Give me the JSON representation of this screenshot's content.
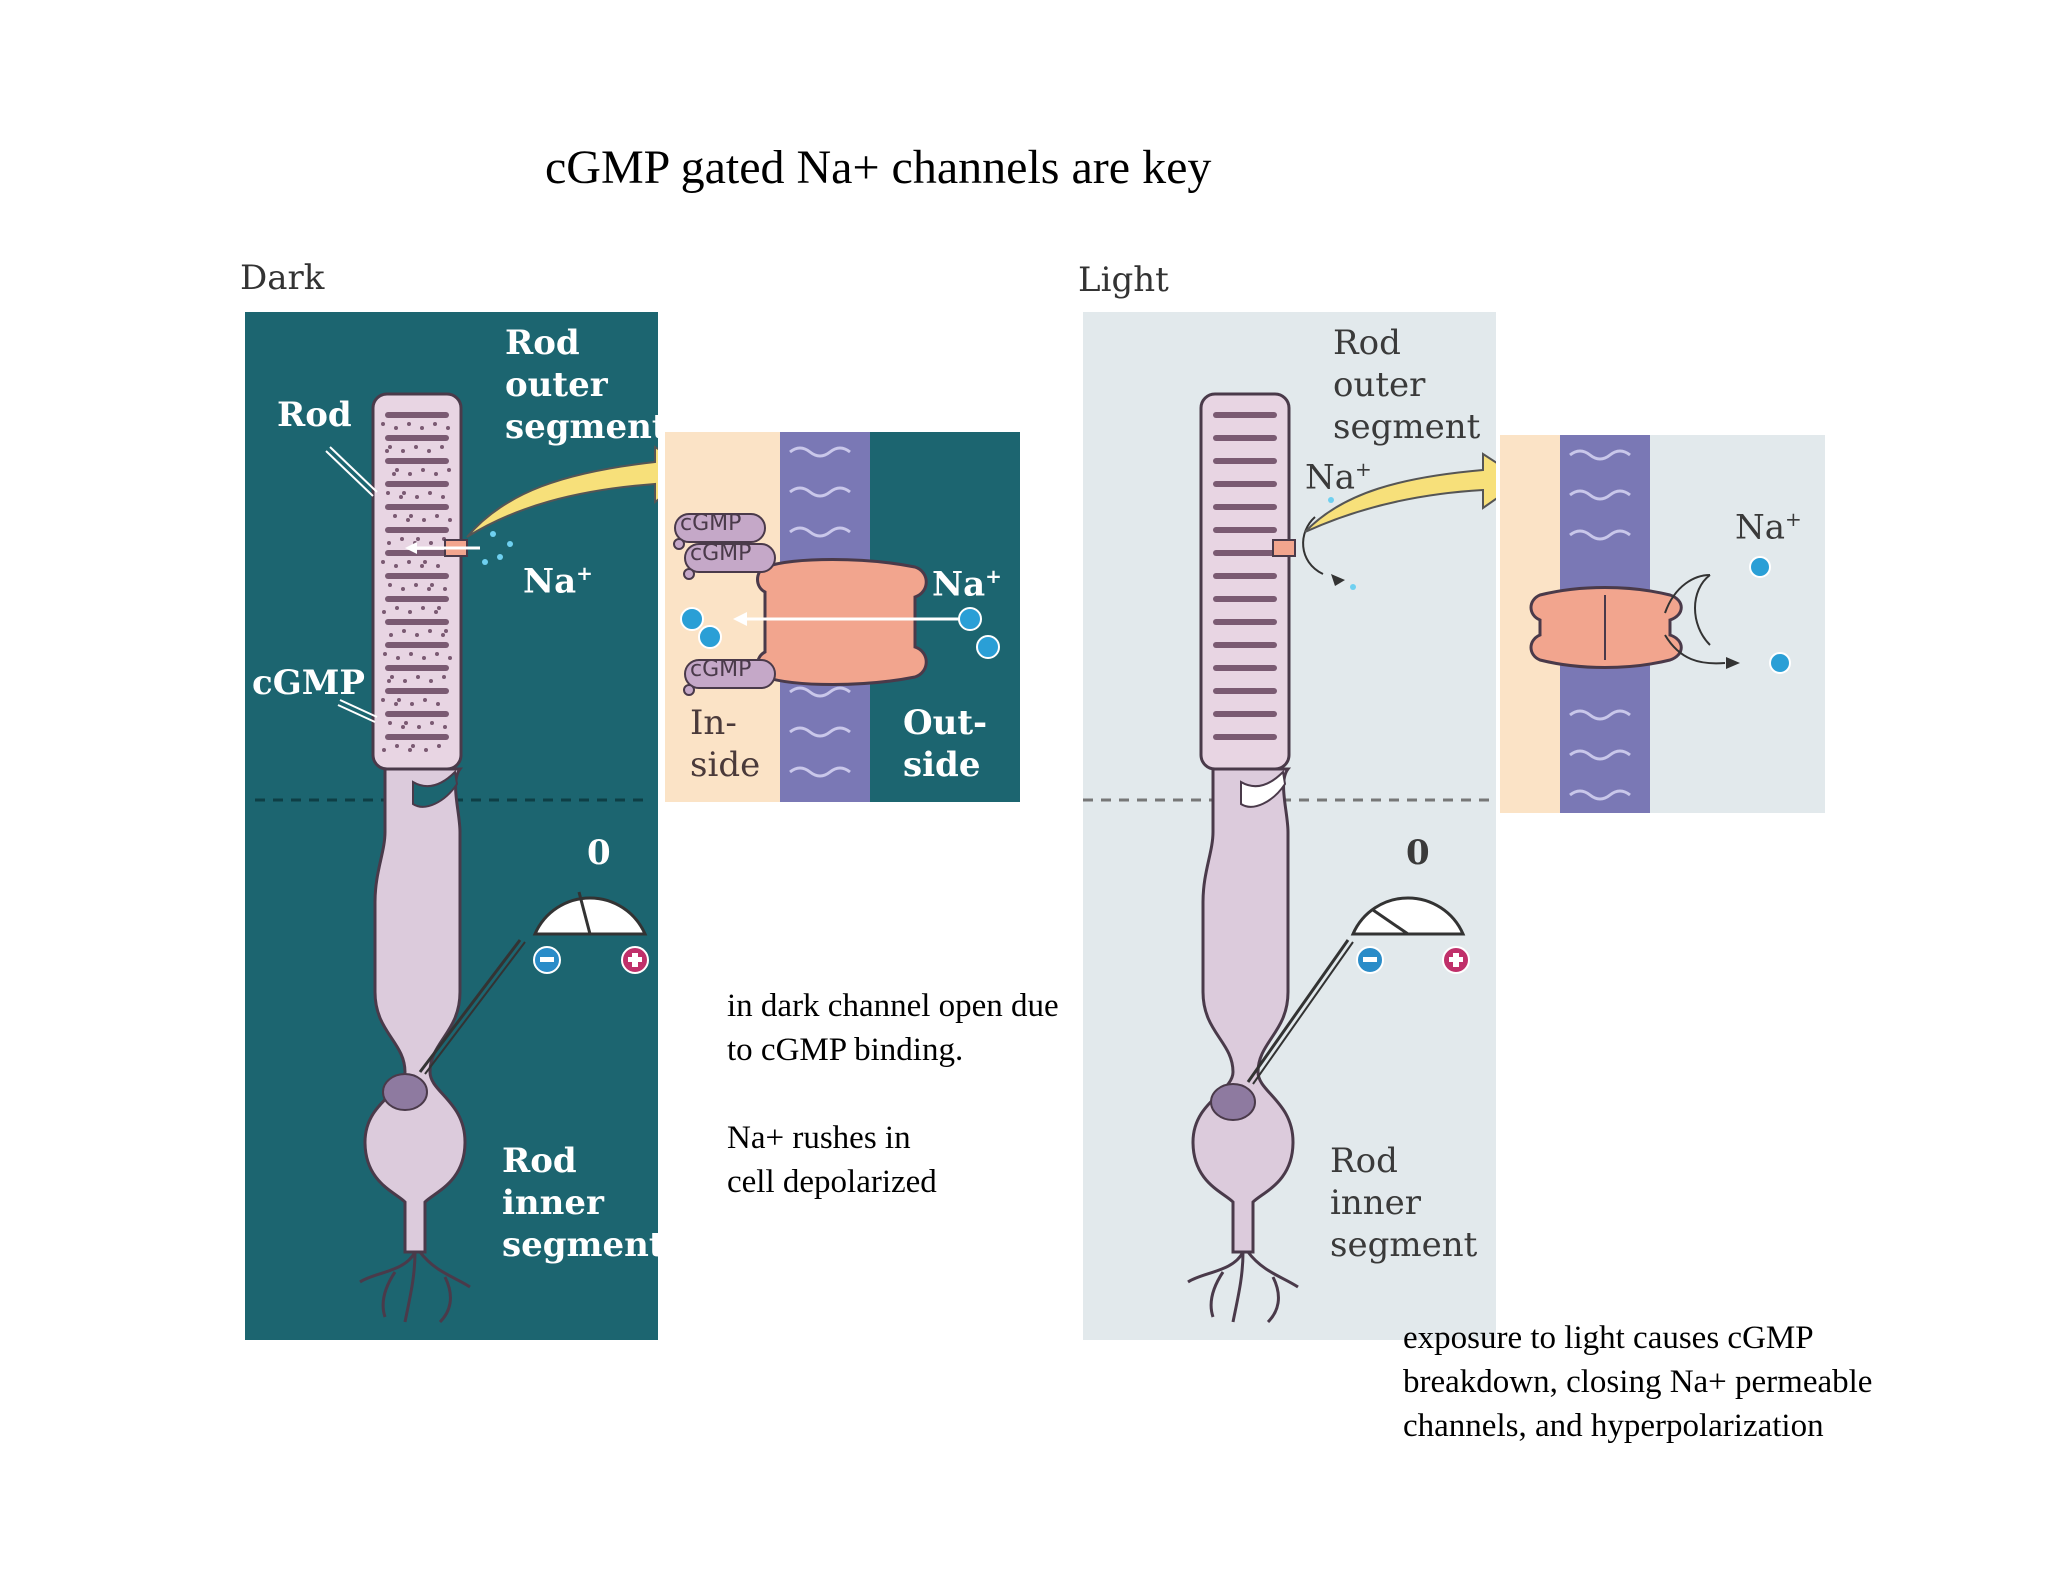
{
  "title": "cGMP gated Na+ channels are key",
  "dark_panel": {
    "label": "Dark",
    "rod_label": "Rod",
    "outer_segment_label": [
      "Rod",
      "outer",
      "segment"
    ],
    "cgmp_label": "cGMP",
    "na_label": "Na",
    "na_sup": "+",
    "inner_segment_label": [
      "Rod",
      "inner",
      "segment"
    ],
    "meter_zero": "0",
    "inset": {
      "cgmp_tags": [
        "cGMP",
        "cGMP",
        "cGMP"
      ],
      "na_label": "Na",
      "na_sup": "+",
      "inside_label": [
        "In-",
        "side"
      ],
      "outside_label": [
        "Out-",
        "side"
      ]
    },
    "colors": {
      "background": "#1c6570",
      "membrane": "#7a78b5",
      "channel": "#f2a58e",
      "cytoplasm": "#fbe3c6"
    }
  },
  "light_panel": {
    "label": "Light",
    "outer_segment_label": [
      "Rod",
      "outer",
      "segment"
    ],
    "na_label": "Na",
    "na_sup": "+",
    "inner_segment_label": [
      "Rod",
      "inner",
      "segment"
    ],
    "meter_zero": "0",
    "inset": {
      "na_label": "Na",
      "na_sup": "+"
    },
    "colors": {
      "background": "#e2e9ec"
    }
  },
  "captions": {
    "dark": [
      "in dark channel open due",
      "to cGMP binding.",
      "",
      "Na+ rushes in",
      "cell depolarized"
    ],
    "light": [
      "exposure to light causes cGMP",
      "breakdown, closing Na+ permeable",
      "channels, and hyperpolarization"
    ]
  }
}
